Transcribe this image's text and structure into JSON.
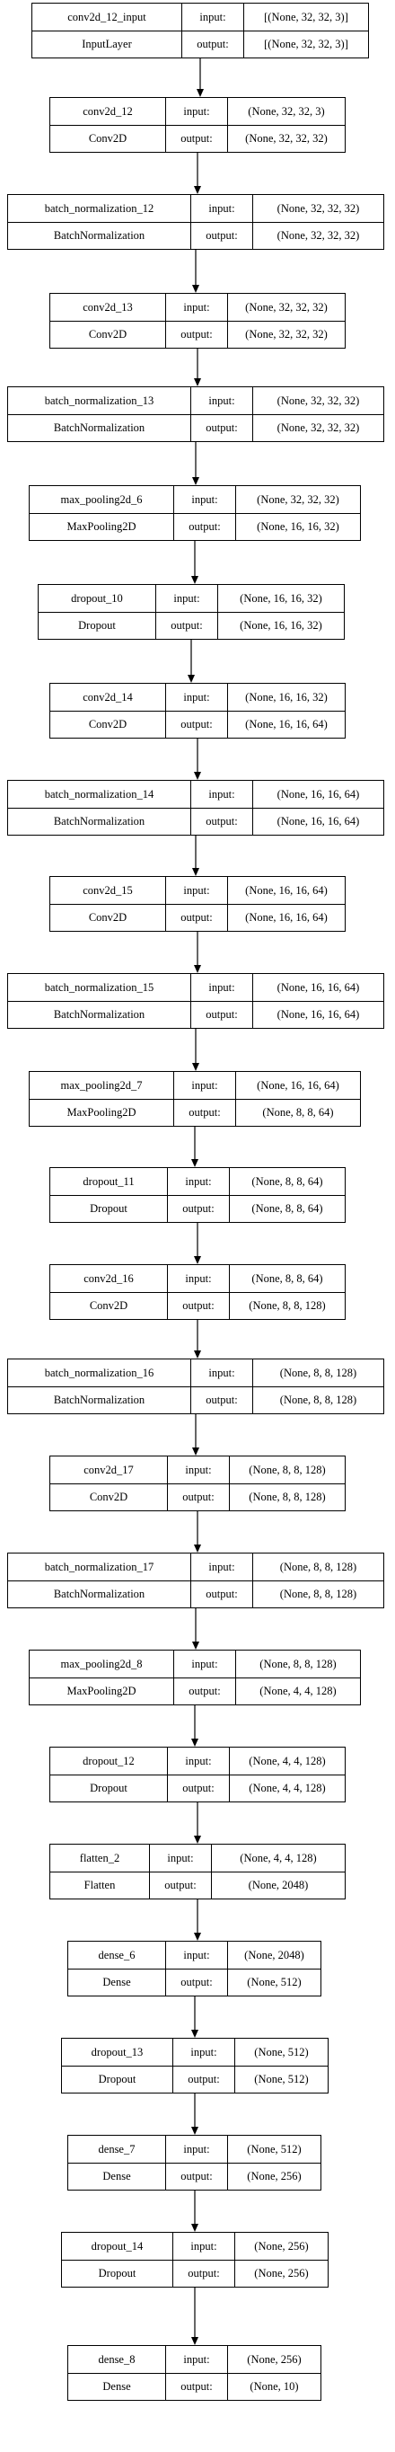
{
  "labels": {
    "input": "input:",
    "output": "output:"
  },
  "nodes": [
    {
      "name": "conv2d_12_input",
      "type": "InputLayer",
      "input": "[(None, 32, 32, 3)]",
      "output": "[(None, 32, 32, 3)]"
    },
    {
      "name": "conv2d_12",
      "type": "Conv2D",
      "input": "(None, 32, 32, 3)",
      "output": "(None, 32, 32, 32)"
    },
    {
      "name": "batch_normalization_12",
      "type": "BatchNormalization",
      "input": "(None, 32, 32, 32)",
      "output": "(None, 32, 32, 32)"
    },
    {
      "name": "conv2d_13",
      "type": "Conv2D",
      "input": "(None, 32, 32, 32)",
      "output": "(None, 32, 32, 32)"
    },
    {
      "name": "batch_normalization_13",
      "type": "BatchNormalization",
      "input": "(None, 32, 32, 32)",
      "output": "(None, 32, 32, 32)"
    },
    {
      "name": "max_pooling2d_6",
      "type": "MaxPooling2D",
      "input": "(None, 32, 32, 32)",
      "output": "(None, 16, 16, 32)"
    },
    {
      "name": "dropout_10",
      "type": "Dropout",
      "input": "(None, 16, 16, 32)",
      "output": "(None, 16, 16, 32)"
    },
    {
      "name": "conv2d_14",
      "type": "Conv2D",
      "input": "(None, 16, 16, 32)",
      "output": "(None, 16, 16, 64)"
    },
    {
      "name": "batch_normalization_14",
      "type": "BatchNormalization",
      "input": "(None, 16, 16, 64)",
      "output": "(None, 16, 16, 64)"
    },
    {
      "name": "conv2d_15",
      "type": "Conv2D",
      "input": "(None, 16, 16, 64)",
      "output": "(None, 16, 16, 64)"
    },
    {
      "name": "batch_normalization_15",
      "type": "BatchNormalization",
      "input": "(None, 16, 16, 64)",
      "output": "(None, 16, 16, 64)"
    },
    {
      "name": "max_pooling2d_7",
      "type": "MaxPooling2D",
      "input": "(None, 16, 16, 64)",
      "output": "(None, 8, 8, 64)"
    },
    {
      "name": "dropout_11",
      "type": "Dropout",
      "input": "(None, 8, 8, 64)",
      "output": "(None, 8, 8, 64)"
    },
    {
      "name": "conv2d_16",
      "type": "Conv2D",
      "input": "(None, 8, 8, 64)",
      "output": "(None, 8, 8, 128)"
    },
    {
      "name": "batch_normalization_16",
      "type": "BatchNormalization",
      "input": "(None, 8, 8, 128)",
      "output": "(None, 8, 8, 128)"
    },
    {
      "name": "conv2d_17",
      "type": "Conv2D",
      "input": "(None, 8, 8, 128)",
      "output": "(None, 8, 8, 128)"
    },
    {
      "name": "batch_normalization_17",
      "type": "BatchNormalization",
      "input": "(None, 8, 8, 128)",
      "output": "(None, 8, 8, 128)"
    },
    {
      "name": "max_pooling2d_8",
      "type": "MaxPooling2D",
      "input": "(None, 8, 8, 128)",
      "output": "(None, 4, 4, 128)"
    },
    {
      "name": "dropout_12",
      "type": "Dropout",
      "input": "(None, 4, 4, 128)",
      "output": "(None, 4, 4, 128)"
    },
    {
      "name": "flatten_2",
      "type": "Flatten",
      "input": "(None, 4, 4, 128)",
      "output": "(None, 2048)"
    },
    {
      "name": "dense_6",
      "type": "Dense",
      "input": "(None, 2048)",
      "output": "(None, 512)"
    },
    {
      "name": "dropout_13",
      "type": "Dropout",
      "input": "(None, 512)",
      "output": "(None, 512)"
    },
    {
      "name": "dense_7",
      "type": "Dense",
      "input": "(None, 512)",
      "output": "(None, 256)"
    },
    {
      "name": "dropout_14",
      "type": "Dropout",
      "input": "(None, 256)",
      "output": "(None, 256)"
    },
    {
      "name": "dense_8",
      "type": "Dense",
      "input": "(None, 256)",
      "output": "(None, 10)"
    }
  ]
}
